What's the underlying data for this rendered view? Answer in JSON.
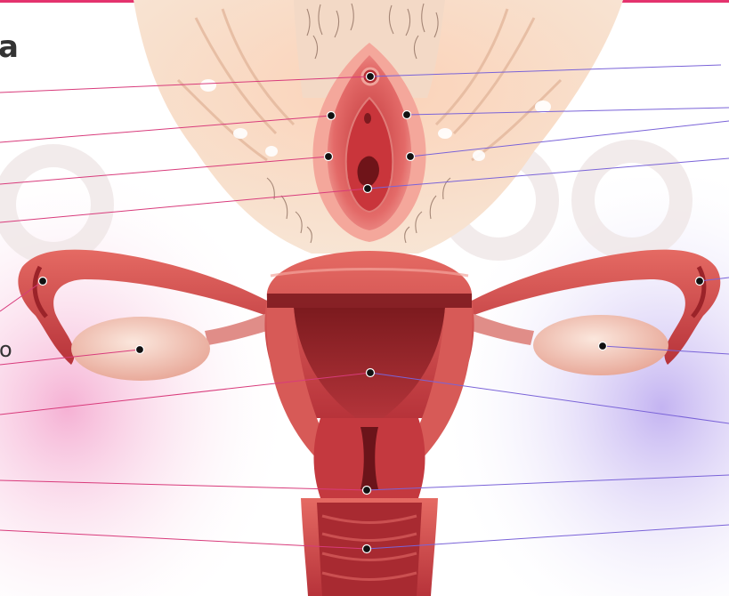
{
  "title_fragment": "a",
  "left_label_fragment": "o",
  "anatomy_parts": [
    "external-genitalia",
    "clitoris",
    "labia",
    "vaginal-opening",
    "fallopian-tube",
    "ovary",
    "uterus",
    "cervix",
    "vagina"
  ],
  "colors": {
    "tissue": "#c8403f",
    "tissue_dark": "#8d1f24",
    "ovary": "#f0c3b6",
    "left_leader": "#d83b7b",
    "right_leader": "#7a63d8",
    "marker": "#111111",
    "watermark": "#f7f1f1"
  }
}
